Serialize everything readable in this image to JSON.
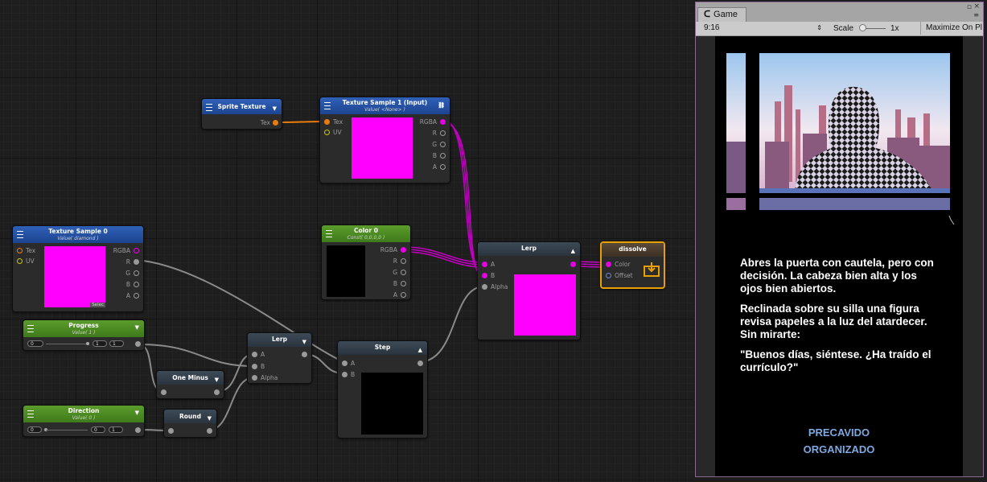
{
  "nodes": {
    "sprite_texture": {
      "title": "Sprite Texture",
      "out": "Tex"
    },
    "texture_sample_1": {
      "title": "Texture Sample 1 (Input)",
      "subtitle": "Value( <None> )",
      "inputs": [
        "Tex",
        "UV"
      ],
      "outputs": [
        "RGBA",
        "R",
        "G",
        "B",
        "A"
      ]
    },
    "texture_sample_0": {
      "title": "Texture Sample 0",
      "subtitle": "Value( diamond )",
      "inputs": [
        "Tex",
        "UV"
      ],
      "outputs": [
        "RGBA",
        "R",
        "G",
        "B",
        "A"
      ],
      "select": "Selec"
    },
    "color_0": {
      "title": "Color 0",
      "subtitle": "Const( 0,0,0,0 )",
      "outputs": [
        "RGBA",
        "R",
        "G",
        "B",
        "A"
      ]
    },
    "lerp_main": {
      "title": "Lerp",
      "inputs": [
        "A",
        "B",
        "Alpha"
      ]
    },
    "dissolve": {
      "title": "dissolve",
      "inputs": [
        "Color",
        "Offset"
      ]
    },
    "progress": {
      "title": "Progress",
      "subtitle": "Value( 1 )",
      "min": "0",
      "value": "1",
      "max": "1"
    },
    "one_minus": {
      "title": "One Minus"
    },
    "lerp_small": {
      "title": "Lerp",
      "inputs": [
        "A",
        "B",
        "Alpha"
      ]
    },
    "step": {
      "title": "Step",
      "inputs": [
        "A",
        "B"
      ]
    },
    "direction": {
      "title": "Direction",
      "subtitle": "Value( 0 )",
      "min": "0",
      "value": "0",
      "max": "1"
    },
    "round": {
      "title": "Round"
    }
  },
  "game": {
    "tab_label": "Game",
    "aspect": "9:16",
    "scale_label": "Scale",
    "scale_value": "1x",
    "maximize_label": "Maximize On Pl",
    "story": [
      "Abres la puerta con cautela, pero con decisión. La cabeza bien alta y los ojos bien abiertos.",
      "Reclinada sobre su silla una figura revisa papeles a la luz del atardecer. Sin mirarte:",
      "\"Buenos días, siéntese. ¿Ha traído el currículo?\""
    ],
    "choices": [
      "PRECAVIDO",
      "ORGANIZADO"
    ]
  },
  "colors": {
    "magenta": "#ff00ff",
    "wire_magenta": "#c000c0",
    "wire_orange": "#e87d0d",
    "node_blue": "#2f60b8",
    "node_green": "#5c9c2c",
    "output_border": "#e8a000",
    "choice_blue": "#7ea8e0"
  }
}
